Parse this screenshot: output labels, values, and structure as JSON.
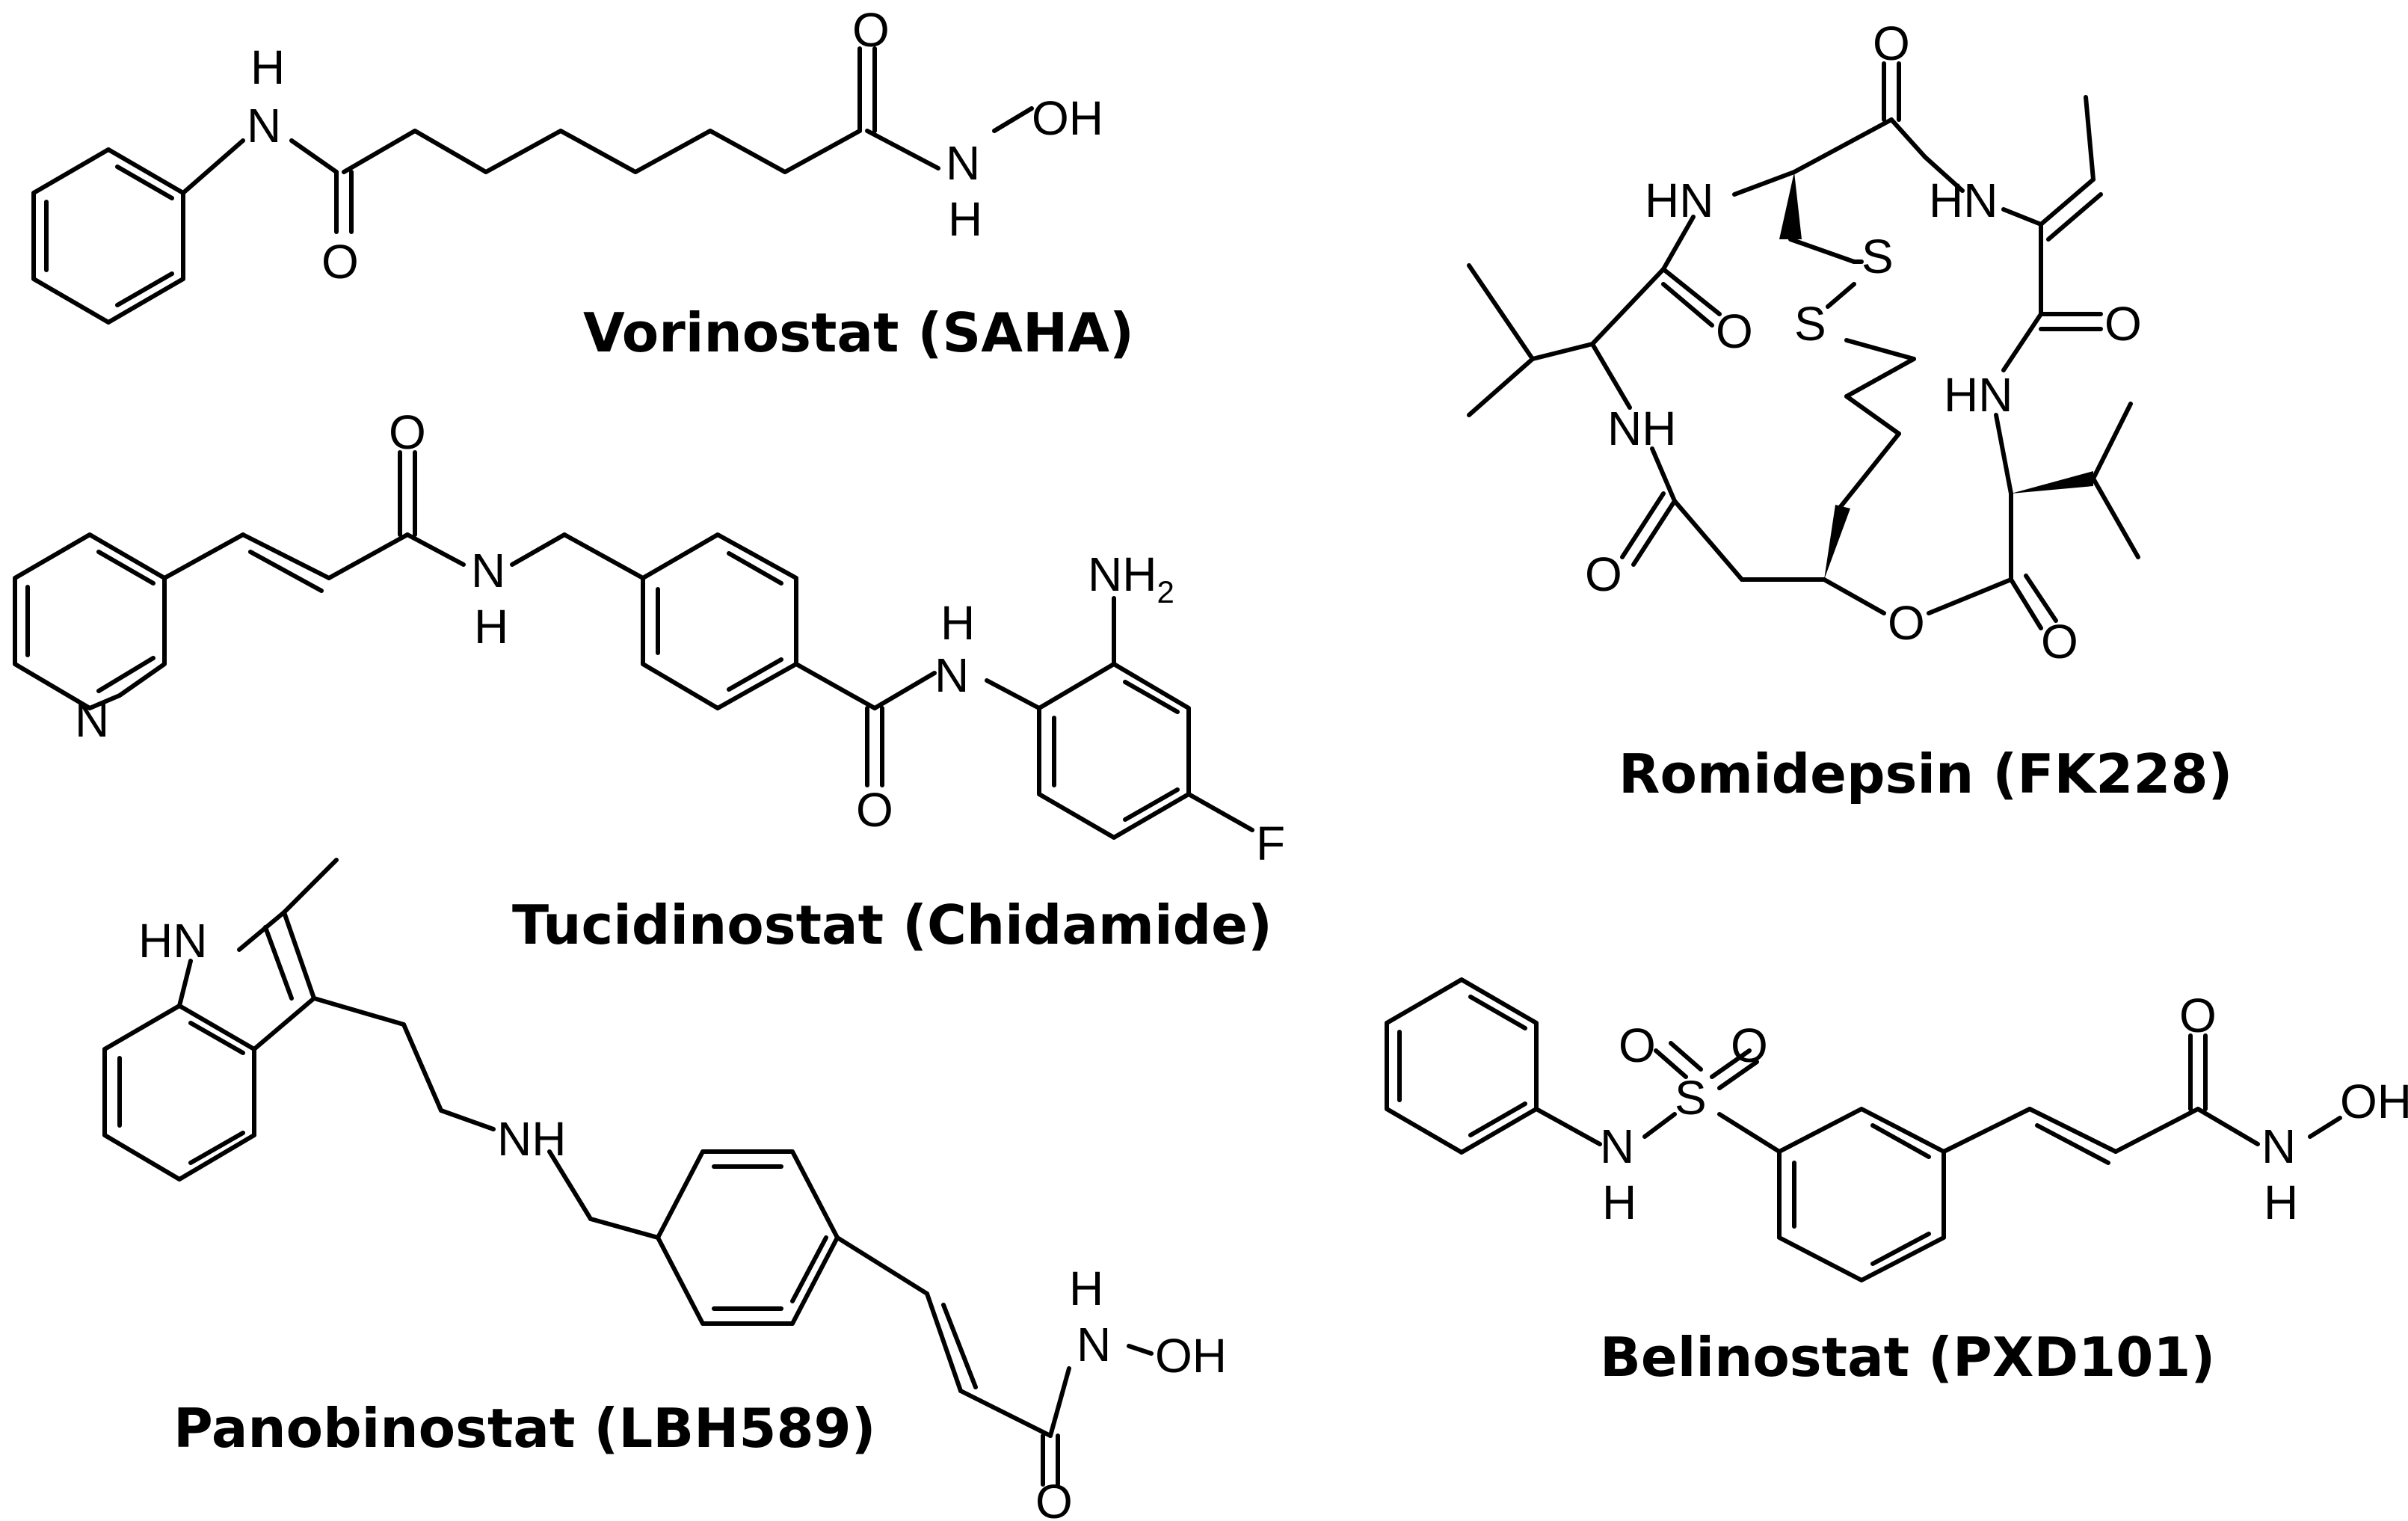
{
  "compounds": [
    {
      "name": "Vorinostat (SAHA)"
    },
    {
      "name": "Tucidinostat (Chidamide)"
    },
    {
      "name": "Panobinostat (LBH589)"
    },
    {
      "name": "Romidepsin (FK228)"
    },
    {
      "name": "Belinostat (PXD101)"
    }
  ],
  "atoms": {
    "H": "H",
    "N": "N",
    "O": "O",
    "OH": "OH",
    "HN": "HN",
    "NH": "NH",
    "NH2": "NH",
    "sub2": "2",
    "F": "F",
    "S": "S"
  }
}
